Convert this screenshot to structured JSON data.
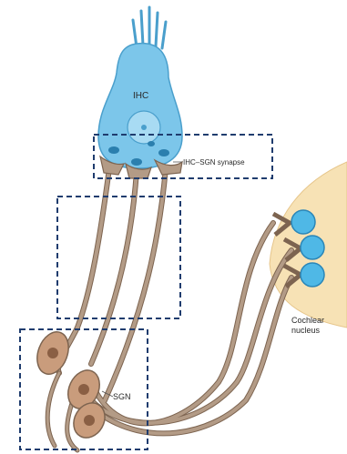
{
  "labels": {
    "ihc": "IHC",
    "synapse": "IHC–SGN synapse",
    "sgn": "SGN",
    "nucleus_line1": "Cochlear",
    "nucleus_line2": "nucleus"
  },
  "colors": {
    "hair_cell": "#7cc6ea",
    "hair_cell_edge": "#4a9fcc",
    "fiber": "#b39b86",
    "fiber_edge": "#7d6450",
    "soma": "#c99c7c",
    "soma_nucleus": "#8a5f44",
    "nucleus_region": "#f7e2b5",
    "box_stroke": "#1f3c6e",
    "terminal_ball": "#4fb8e6"
  }
}
